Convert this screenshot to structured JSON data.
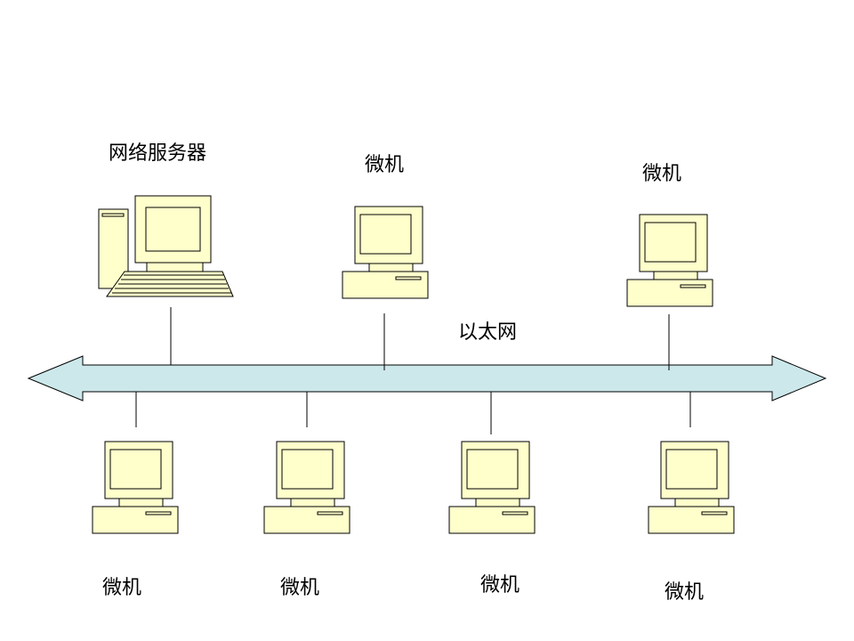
{
  "labels": {
    "server": "网络服务器",
    "network": "以太网",
    "pc_top_1": "微机",
    "pc_top_2": "微机",
    "pc_bottom_1": "微机",
    "pc_bottom_2": "微机",
    "pc_bottom_3": "微机",
    "pc_bottom_4": "微机"
  },
  "colors": {
    "device_fill": "#ffffcc",
    "bus_fill": "#cce8ea",
    "stroke": "#000000"
  }
}
